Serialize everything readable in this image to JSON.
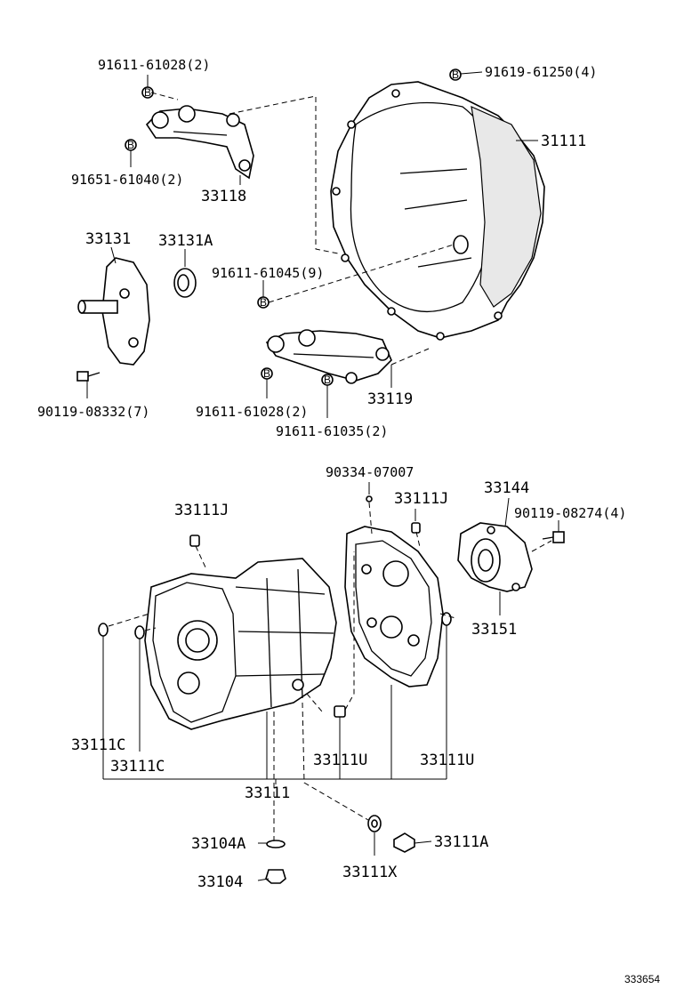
{
  "labels": {
    "l_91611_61028_top": "91611-61028(2)",
    "l_91619_61250": "91619-61250(4)",
    "l_31111": "31111",
    "l_91651_61040": "91651-61040(2)",
    "l_33118": "33118",
    "l_33131": "33131",
    "l_33131A": "33131A",
    "l_91611_61045": "91611-61045(9)",
    "l_90119_08332": "90119-08332(7)",
    "l_91611_61028_bot": "91611-61028(2)",
    "l_33119": "33119",
    "l_91611_61035": "91611-61035(2)",
    "l_90334_07007": "90334-07007",
    "l_33111J_right": "33111J",
    "l_33144": "33144",
    "l_33111J_left": "33111J",
    "l_90119_08274": "90119-08274(4)",
    "l_33151": "33151",
    "l_33111C_a": "33111C",
    "l_33111C_b": "33111C",
    "l_33111U_a": "33111U",
    "l_33111U_b": "33111U",
    "l_33111": "33111",
    "l_33104A": "33104A",
    "l_33111A": "33111A",
    "l_33104": "33104",
    "l_33111X": "33111X",
    "l_ref": "333654"
  },
  "marker_letter": "B"
}
